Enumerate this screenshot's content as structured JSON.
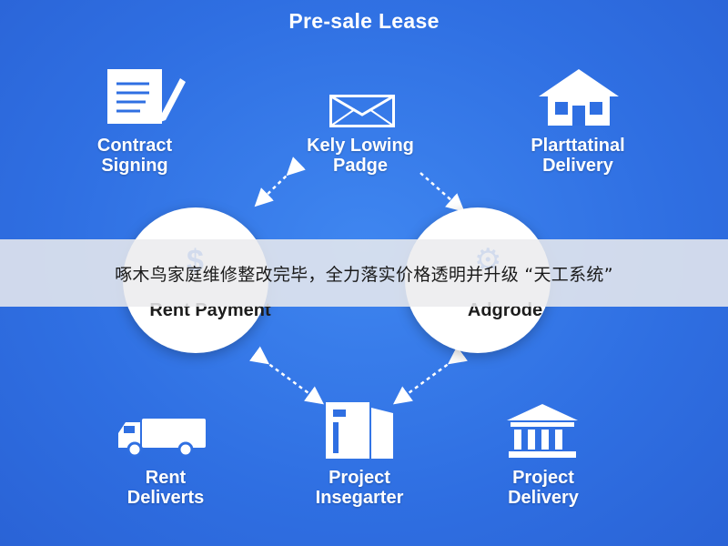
{
  "title": "Pre-sale Lease",
  "nodes": {
    "contract": {
      "line1": "Contract",
      "line2": "Signing",
      "icon": "contract-icon"
    },
    "mail": {
      "line1": "Kely Lowing",
      "line2": "Padge",
      "icon": "envelope-icon"
    },
    "house": {
      "line1": "Plarttatinal",
      "line2": "Delivery",
      "icon": "house-icon"
    },
    "truck": {
      "line1": "Rent",
      "line2": "Deliverts",
      "icon": "truck-icon"
    },
    "building": {
      "line1": "Project",
      "line2": "Insegarter",
      "icon": "building-icon"
    },
    "bank": {
      "line1": "Project",
      "line2": "Delivery",
      "icon": "bank-icon"
    }
  },
  "circles": {
    "left": {
      "label": "Rent Payment",
      "icon": "dollar-icon"
    },
    "right": {
      "label": "Adgrode",
      "icon": "gear-icon"
    }
  },
  "banner": {
    "text": "啄木鸟家庭维修整改完毕，全力落实价格透明并升级 “天工系统”"
  },
  "colors": {
    "background": "#2f6fe2",
    "icon": "#ffffff",
    "circle": "#ffffff",
    "banner": "#ebebee"
  }
}
